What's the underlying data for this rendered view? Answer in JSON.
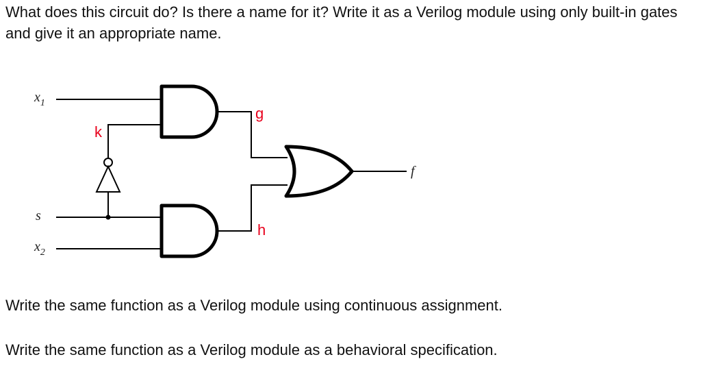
{
  "question": {
    "main": "What does this circuit do?  Is there a name for it?  Write it as a Verilog module using only built-in gates and give it an appropriate name.",
    "continuous": "Write the same function as a Verilog module using continuous assignment.",
    "behavioral": "Write the same function as a Verilog module as a behavioral specification."
  },
  "circuit": {
    "inputs": {
      "x1": {
        "base": "x",
        "sub": "1"
      },
      "s": {
        "base": "s",
        "sub": ""
      },
      "x2": {
        "base": "x",
        "sub": "2"
      }
    },
    "output": "f",
    "net_labels": {
      "k": "k",
      "g": "g",
      "h": "h"
    },
    "gates": [
      "and-gate-top",
      "and-gate-bottom",
      "or-gate",
      "not-gate"
    ],
    "net_label_color": "#e8001c"
  }
}
